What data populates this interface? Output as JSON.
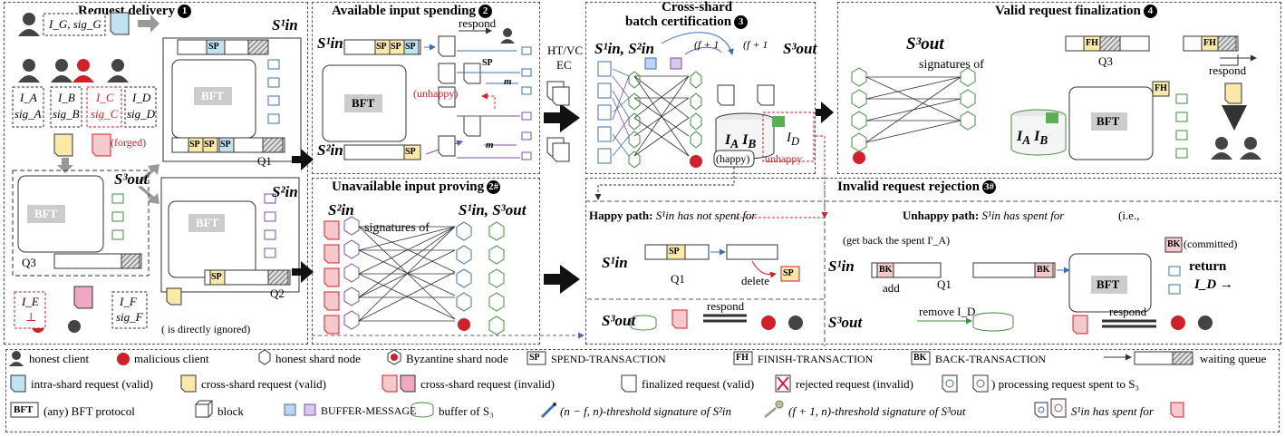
{
  "panels": {
    "request_delivery": {
      "title": "Request delivery",
      "num": "1"
    },
    "available_spending": {
      "title": "Available input spending",
      "num": "2"
    },
    "cross_shard": {
      "title_line1": "Cross-shard",
      "title_line2": "batch certification",
      "num": "3"
    },
    "valid_finalization": {
      "title": "Valid request finalization",
      "num": "4"
    },
    "unavailable_proving": {
      "title": "Unavailable input proving",
      "num": "2#"
    },
    "invalid_rejection": {
      "title": "Invalid request rejection",
      "num": "3#"
    }
  },
  "labels": {
    "s_in1": "S¹in",
    "s_in2": "S²in",
    "s_out3": "S³out",
    "s_in1_s_out3": "S¹in, S³out",
    "s_in1_s_in2": "S¹in, S²in",
    "q1": "Q1",
    "q2": "Q2",
    "q3": "Q3",
    "bft": "BFT",
    "sp": "SP",
    "fh": "FH",
    "bk": "BK",
    "forged": "(forged)",
    "ignored": "( is directly ignored)",
    "respond": "respond",
    "unhappy": "(unhappy)",
    "unhappy2": "unhappy",
    "happy": "(happy)",
    "htvc": "HT/VC",
    "ec": "EC",
    "signatures_of": "signatures of",
    "f_plus_1": "(f + 1",
    "delete": "delete",
    "add": "add",
    "remove": "remove I_D",
    "committed": "(committed)",
    "return": "return",
    "id_to": "I_D →",
    "get_back": "(get back the spent I'_A)",
    "ie": "(i.e.,",
    "m": "m"
  },
  "cards": {
    "g": {
      "id": "I_G, sig_G"
    },
    "a": {
      "id": "I_A",
      "sig": "sig_A"
    },
    "b": {
      "id": "I_B",
      "sig": "sig_B"
    },
    "c": {
      "id": "I_C",
      "sig": "sig_C"
    },
    "d": {
      "id": "I_D",
      "sig": "sig_D"
    },
    "e": {
      "id": "I_E",
      "sig": "⊥"
    },
    "f": {
      "id": "I_F",
      "sig": "sig_F"
    }
  },
  "paths": {
    "happy": {
      "prefix": "Happy path:",
      "text": "S¹in has not spent for"
    },
    "unhappy": {
      "prefix": "Unhappy path:",
      "text": "S¹in has spent for"
    }
  },
  "legend": {
    "honest_client": "honest client",
    "malicious_client": "malicious client",
    "honest_node": "honest shard node",
    "byz_node": "Byzantine shard node",
    "spend": "SPEND-TRANSACTION",
    "finish": "FINISH-TRANSACTION",
    "back": "BACK-TRANSACTION",
    "queue": "waiting queue",
    "intra_valid": "intra-shard request (valid)",
    "cross_valid": "cross-shard request (valid)",
    "cross_invalid": "cross-shard request (invalid)",
    "finalized": "finalized request (valid)",
    "rejected": "rejected request (invalid)",
    "processing": ") processing request spent to S₃",
    "bft_any": "(any) BFT protocol",
    "block": "block",
    "buffer_msg": "BUFFER-MESSAGE",
    "buffer_s3": "buffer of S₃",
    "thr_in2": "(n − f, n)-threshold signature of S²in",
    "thr_out3": "(f + 1, n)-threshold signature of S³out",
    "has_spent": "S¹in has spent for"
  },
  "colors": {
    "blue": "#3d6fb6",
    "green": "#3f8f3a",
    "purple": "#7b4fa8",
    "red": "#d0202a",
    "yellow": "#fbe9a9",
    "pink": "#f6c9cd",
    "cyan": "#bfe3ef"
  }
}
